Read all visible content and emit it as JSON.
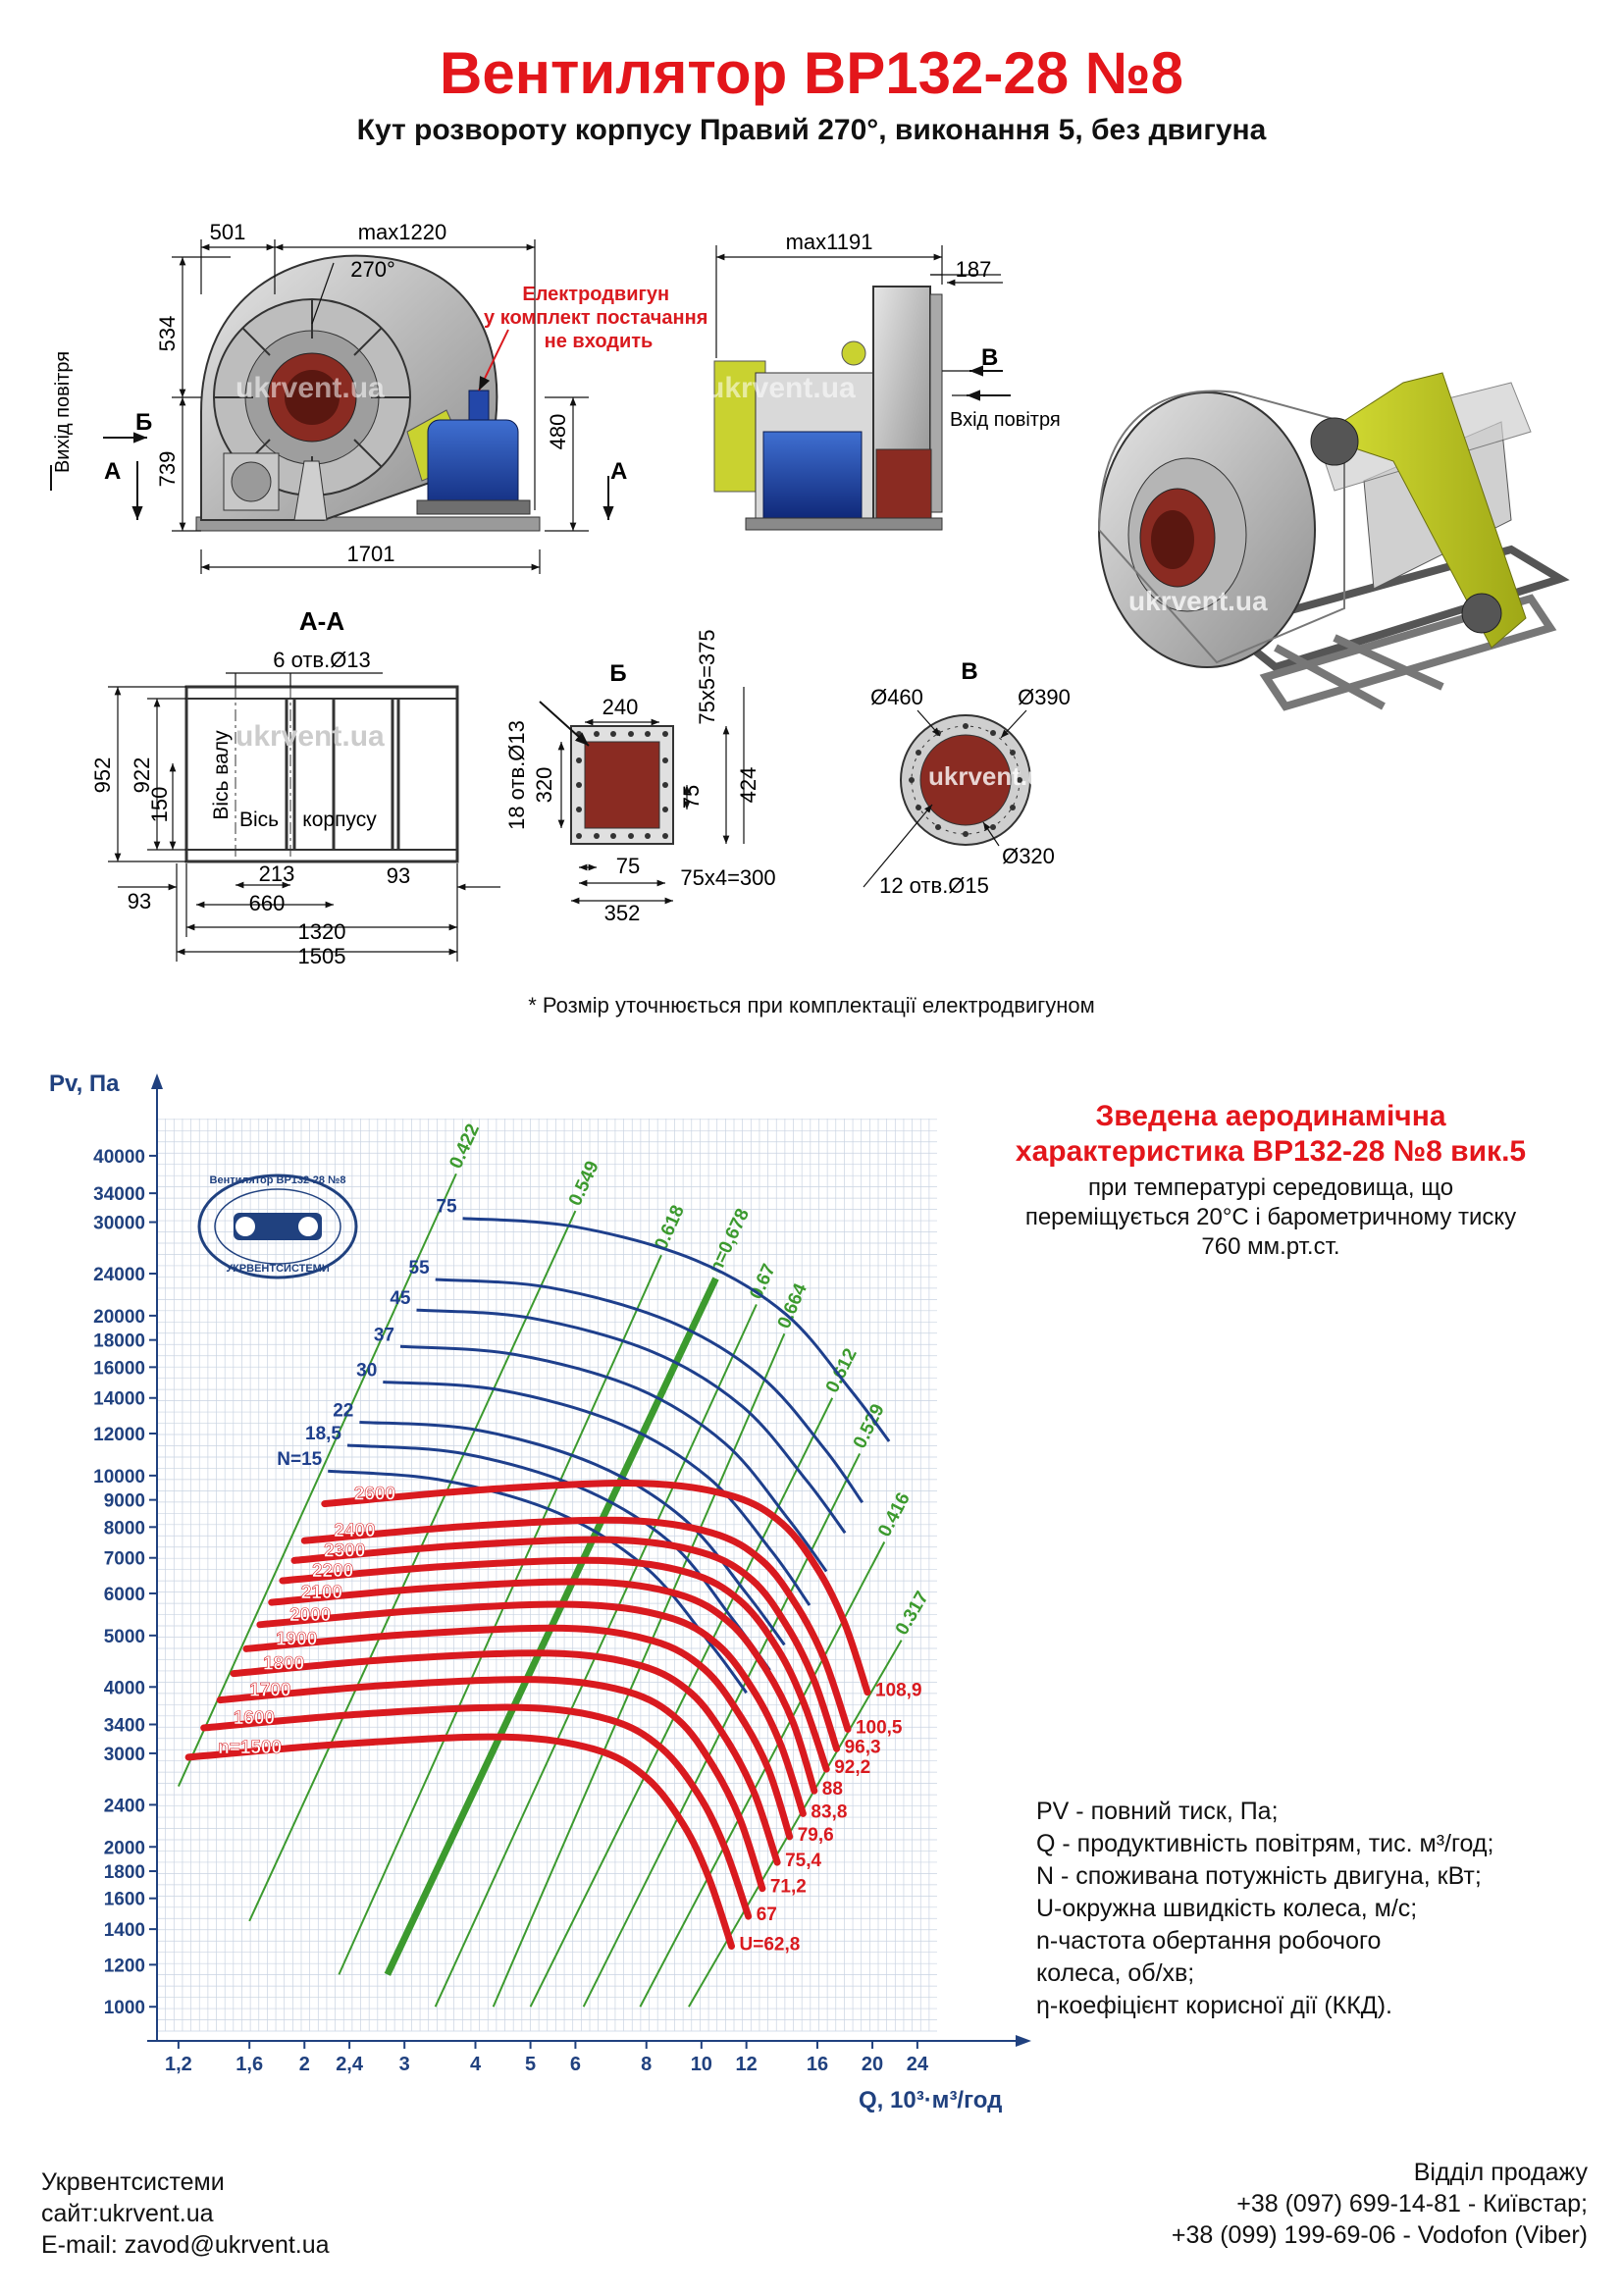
{
  "header": {
    "title": "Вентилятор ВР132-28 №8",
    "subtitle": "Кут розвороту корпусу Правий 270°, виконання 5, без двигуна"
  },
  "drawings": {
    "front_view": {
      "dims": [
        "501",
        "max1220",
        "270°",
        "534",
        "739",
        "480",
        "1701"
      ],
      "section_marks": [
        "Б",
        "А",
        "А"
      ],
      "air_outlet": "Вихід повітря",
      "motor_note": "Електродвигун\nу комплект постачання\nне входить",
      "watermark": "ukrvent.ua"
    },
    "side_view": {
      "dims": [
        "max1191",
        "187"
      ],
      "section_mark": "В",
      "air_inlet": "Вхід повітря",
      "watermark": "ukrvent.ua"
    },
    "section_aa": {
      "title": "А-А",
      "holes": "6 отв.Ø13",
      "dims": [
        "952",
        "922",
        "150",
        "213",
        "660",
        "93",
        "93",
        "1320",
        "1505"
      ],
      "axis_shaft": "Вісь валу",
      "axis_body_1": "Вісь",
      "axis_body_2": "корпусу",
      "watermark": "ukrvent.ua"
    },
    "view_b": {
      "title": "Б",
      "holes": "18 отв.Ø13",
      "dims": [
        "240",
        "320",
        "75",
        "424",
        "75",
        "352"
      ],
      "pitch_vertical": "75х5=375",
      "pitch_horizontal": "75х4=300"
    },
    "view_v": {
      "title": "В",
      "dims": [
        "Ø460",
        "Ø390",
        "Ø320"
      ],
      "holes": "12 отв.Ø15",
      "watermark": "ukrvent.ua"
    },
    "iso_watermark": "ukrvent.ua"
  },
  "note": "* Розмір уточнюється при комплектації електродвигуном",
  "chart_text": {
    "title_line1": "Зведена аеродинамічна",
    "title_line2": "характеристика ВР132-28 №8 вик.5",
    "sub_line1": "при температурі середовища, що",
    "sub_line2": "переміщується 20°С і барометричному тиску",
    "sub_line3": "760 мм.рт.ст.",
    "stamp_top": "Вентилятор ВР132-28 №8",
    "stamp_bottom": "УКРВЕНТСИСТЕМИ"
  },
  "chart_data": {
    "type": "line",
    "x_scale": "log",
    "y_scale": "log",
    "xlabel": "Q, 10³·м³/год",
    "ylabel": "Pv, Па",
    "x_ticks": [
      "1,2",
      "1,6",
      "2",
      "2,4",
      "3",
      "4",
      "5",
      "6",
      "8",
      "10",
      "12",
      "16",
      "20",
      "24"
    ],
    "y_ticks": [
      "1000",
      "1200",
      "1400",
      "1600",
      "1800",
      "2000",
      "2400",
      "3000",
      "3400",
      "4000",
      "5000",
      "6000",
      "7000",
      "8000",
      "9000",
      "10000",
      "12000",
      "14000",
      "16000",
      "18000",
      "20000",
      "24000",
      "30000",
      "34000",
      "40000"
    ],
    "xlim": [
      1.1,
      26
    ],
    "ylim": [
      900,
      47000
    ],
    "grid": true,
    "speed_curves": [
      {
        "label": "n=1500",
        "u_label": "U=62,8",
        "x": [
          1.25,
          2.4,
          4.5,
          6.5,
          8.0,
          9.3,
          10.3,
          11.3
        ],
        "y": [
          2950,
          3130,
          3220,
          3050,
          2700,
          2200,
          1750,
          1300
        ]
      },
      {
        "label": "1600",
        "u_label": "67",
        "x": [
          1.33,
          2.55,
          4.8,
          6.9,
          8.5,
          9.9,
          11.0,
          12.1
        ],
        "y": [
          3350,
          3560,
          3660,
          3470,
          3070,
          2500,
          1990,
          1480
        ]
      },
      {
        "label": "1700",
        "u_label": "71,2",
        "x": [
          1.42,
          2.7,
          5.1,
          7.4,
          9.1,
          10.5,
          11.7,
          12.8
        ],
        "y": [
          3780,
          4020,
          4130,
          3920,
          3470,
          2830,
          2250,
          1670
        ]
      },
      {
        "label": "1800",
        "u_label": "75,4",
        "x": [
          1.5,
          2.86,
          5.4,
          7.8,
          9.6,
          11.1,
          12.4,
          13.6
        ],
        "y": [
          4240,
          4510,
          4630,
          4390,
          3890,
          3170,
          2520,
          1870
        ]
      },
      {
        "label": "1900",
        "u_label": "79,6",
        "x": [
          1.58,
          3.02,
          5.7,
          8.2,
          10.1,
          11.7,
          13.1,
          14.3
        ],
        "y": [
          4720,
          5020,
          5160,
          4890,
          4330,
          3530,
          2810,
          2090
        ]
      },
      {
        "label": "2000",
        "u_label": "83,8",
        "x": [
          1.67,
          3.18,
          6.0,
          8.7,
          10.7,
          12.4,
          13.8,
          15.1
        ],
        "y": [
          5240,
          5570,
          5720,
          5420,
          4800,
          3910,
          3110,
          2310
        ]
      },
      {
        "label": "2100",
        "u_label": "88",
        "x": [
          1.75,
          3.34,
          6.3,
          9.1,
          11.2,
          13.0,
          14.5,
          15.8
        ],
        "y": [
          5770,
          6140,
          6310,
          5980,
          5290,
          4310,
          3430,
          2550
        ]
      },
      {
        "label": "2200",
        "u_label": "92,2",
        "x": [
          1.83,
          3.5,
          6.6,
          9.5,
          11.7,
          13.6,
          15.1,
          16.6
        ],
        "y": [
          6340,
          6740,
          6920,
          6560,
          5810,
          4730,
          3760,
          2800
        ]
      },
      {
        "label": "2300",
        "u_label": "96,3",
        "x": [
          1.92,
          3.66,
          6.9,
          10.0,
          12.3,
          14.2,
          15.8,
          17.3
        ],
        "y": [
          6920,
          7370,
          7570,
          7170,
          6350,
          5170,
          4110,
          3060
        ]
      },
      {
        "label": "2400",
        "u_label": "100,5",
        "x": [
          2.0,
          3.82,
          7.2,
          10.4,
          12.8,
          14.8,
          16.5,
          18.1
        ],
        "y": [
          7540,
          8020,
          8240,
          7810,
          6910,
          5630,
          4480,
          3330
        ]
      },
      {
        "label": "2600",
        "u_label": "108,9",
        "x": [
          2.17,
          4.14,
          7.8,
          11.3,
          13.9,
          16.1,
          17.9,
          19.6
        ],
        "y": [
          8850,
          9410,
          9670,
          9160,
          8110,
          6610,
          5250,
          3910
        ]
      }
    ],
    "power_curves": [
      {
        "label": "N=15",
        "x": [
          2.2,
          3.5,
          5.6,
          8.0,
          10.4,
          12.0
        ],
        "y": [
          10200,
          9800,
          8500,
          6700,
          4800,
          3900
        ]
      },
      {
        "label": "18,5",
        "x": [
          2.38,
          3.8,
          6.1,
          8.8,
          11.3,
          13.2
        ],
        "y": [
          11400,
          11000,
          9500,
          7500,
          5400,
          4300
        ]
      },
      {
        "label": "22",
        "x": [
          2.5,
          4.0,
          6.5,
          9.3,
          12.0,
          14.0
        ],
        "y": [
          12600,
          12200,
          10500,
          8300,
          6000,
          4800
        ]
      },
      {
        "label": "30",
        "x": [
          2.75,
          4.4,
          7.2,
          10.3,
          13.3,
          15.5
        ],
        "y": [
          15000,
          14500,
          12500,
          9900,
          7200,
          5700
        ]
      },
      {
        "label": "37",
        "x": [
          2.95,
          4.7,
          7.7,
          11.0,
          14.2,
          16.6
        ],
        "y": [
          17500,
          16900,
          14600,
          11500,
          8300,
          6600
        ]
      },
      {
        "label": "45",
        "x": [
          3.15,
          5.0,
          8.2,
          11.8,
          15.3,
          17.9
        ],
        "y": [
          20500,
          19800,
          17100,
          13500,
          9800,
          7800
        ]
      },
      {
        "label": "55",
        "x": [
          3.4,
          5.4,
          8.8,
          12.7,
          16.5,
          19.2
        ],
        "y": [
          23400,
          22600,
          19500,
          15400,
          11200,
          8900
        ]
      },
      {
        "label": "75",
        "x": [
          3.8,
          6.0,
          9.8,
          14.1,
          18.3,
          21.4
        ],
        "y": [
          30500,
          29400,
          25400,
          20100,
          14500,
          11600
        ]
      }
    ],
    "efficiency_lines": [
      {
        "label": "0.422",
        "x": [
          1.2,
          3.7
        ],
        "y": [
          2600,
          37000
        ]
      },
      {
        "label": "0.549",
        "x": [
          1.6,
          6.0
        ],
        "y": [
          1450,
          31500
        ]
      },
      {
        "label": "0.618",
        "x": [
          2.3,
          8.5
        ],
        "y": [
          1150,
          26000
        ]
      },
      {
        "label": "n=0,678",
        "x": [
          2.8,
          10.6
        ],
        "y": [
          1150,
          23500
        ]
      },
      {
        "label": "0.67",
        "x": [
          3.4,
          12.5
        ],
        "y": [
          1000,
          21000
        ]
      },
      {
        "label": "0.664",
        "x": [
          4.3,
          14.0
        ],
        "y": [
          1000,
          18500
        ]
      },
      {
        "label": "0.612",
        "x": [
          5.0,
          17.0
        ],
        "y": [
          1000,
          14000
        ]
      },
      {
        "label": "0.529",
        "x": [
          6.2,
          19.0
        ],
        "y": [
          1000,
          11000
        ]
      },
      {
        "label": "0.416",
        "x": [
          7.8,
          21.0
        ],
        "y": [
          1000,
          7500
        ]
      },
      {
        "label": "0.317",
        "x": [
          9.5,
          22.5
        ],
        "y": [
          1000,
          4900
        ]
      }
    ]
  },
  "legend": {
    "items": [
      "PV - повний тиск, Па;",
      "Q - продуктивність повітрям, тис. м³/год;",
      "N - споживана потужність двигуна, кВт;",
      "U-окружна швидкість колеса, м/с;",
      "n-частота обертання робочого",
      "колеса, об/хв;",
      "η-коефіцієнт корисної дії (ККД)."
    ]
  },
  "footer": {
    "company": "Укрвентсистеми",
    "site": "сайт:ukrvent.ua",
    "email": "E-mail: zavod@ukrvent.ua",
    "sales_title": "Відділ продажу",
    "phone1": "+38 (097) 699-14-81 - Київстар;",
    "phone2": "+38 (099) 199-69-06 - Vodofon (Viber)"
  },
  "colors": {
    "title_red": "#e3161b",
    "speed_curve": "#d91a1f",
    "power_curve": "#1e3f8c",
    "efficiency_line": "#3c9a2e",
    "axis_blue": "#20417f",
    "grid": "#c9d3e2"
  }
}
